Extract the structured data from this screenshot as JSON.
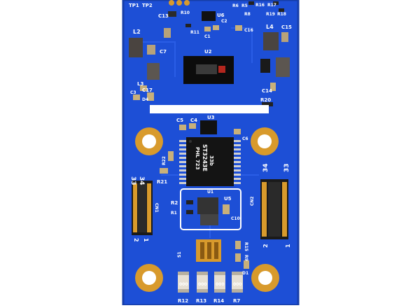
{
  "image": {
    "subject": "pcb",
    "board_color": "#1d4fd6",
    "pad_color": "#d89a2c"
  },
  "labels": {
    "tp1": "TP1",
    "tp2": "TP2",
    "c13": "C13",
    "u6": "U6",
    "r6": "R6",
    "r5": "R5",
    "r16": "R16",
    "r17": "R17",
    "r18": "R18",
    "r19": "R19",
    "r8": "R8",
    "r10": "R10",
    "r11": "R11",
    "c1": "C1",
    "c2": "C2",
    "c16": "C16",
    "l2": "L2",
    "l4": "L4",
    "c15": "C15",
    "c7": "C7",
    "u2": "U2",
    "c17": "C17",
    "c3": "C3",
    "d4": "D4",
    "l3": "L3",
    "c14": "C14",
    "r20": "R20",
    "c5": "C5",
    "c4": "C4",
    "u3": "U3",
    "c6": "C6",
    "r22": "R22",
    "r21": "R21",
    "chip_line1": "33b",
    "chip_line2": "ST3243E",
    "chip_line3": "PHL 723",
    "u1": "U1",
    "cn1": "CN1",
    "cn2": "CN2",
    "cn1_pin34": "34",
    "cn1_pin33": "33",
    "cn1_pin2": "2",
    "cn1_pin1": "1",
    "cn2_pin34": "34",
    "cn2_pin33": "33",
    "cn2_pin2": "2",
    "cn2_pin1": "1",
    "u5": "U5",
    "r2": "R2",
    "r1": "R1",
    "c10": "C10",
    "s1": "S1",
    "r15": "R15",
    "r9": "R9",
    "d1": "D1",
    "r12": "R12",
    "r13": "R13",
    "r14": "R14",
    "r7": "R7",
    "res_marking": "000"
  }
}
